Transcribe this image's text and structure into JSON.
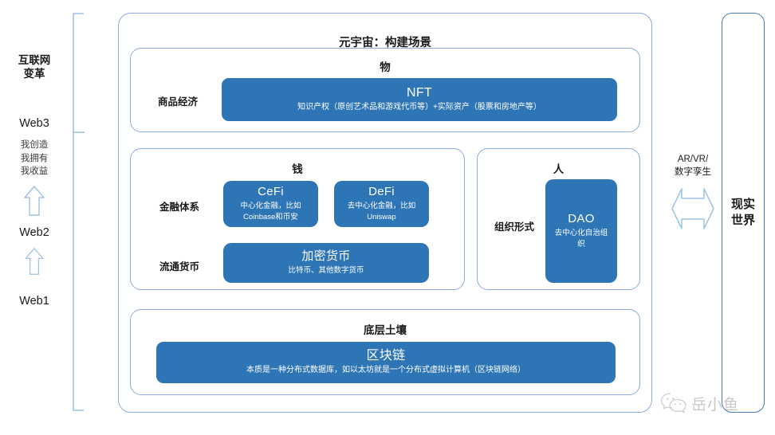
{
  "left_axis": {
    "heading": "互联网\n变革",
    "heading_line1": "互联网",
    "heading_line2": "变革",
    "web3_label": "Web3",
    "web3_tagline_line1": "我创造",
    "web3_tagline_line2": "我拥有",
    "web3_tagline_line3": "我收益",
    "web2_label": "Web2",
    "web1_label": "Web1",
    "arrow_icon": "up-arrow-icon"
  },
  "metaverse": {
    "title": "元宇宙：构建场景",
    "sections": {
      "things": {
        "title": "物",
        "row_label": "商品经济",
        "block": {
          "title": "NFT",
          "subtitle": "知识产权（原创艺术品和游戏代币等）+实际资产（股票和房地产等）"
        }
      },
      "money": {
        "title": "钱",
        "rows": [
          {
            "row_label": "金融体系",
            "blocks": [
              {
                "title": "CeFi",
                "subtitle_line1": "中心化金融，比如",
                "subtitle_line2": "Coinbase和币安"
              },
              {
                "title": "DeFi",
                "subtitle_line1": "去中心化金融，比如",
                "subtitle_line2": "Uniswap"
              }
            ]
          },
          {
            "row_label": "流通货币",
            "blocks": [
              {
                "title": "加密货币",
                "subtitle_line1": "比特币、其他数字货币",
                "subtitle_line2": ""
              }
            ]
          }
        ]
      },
      "people": {
        "title": "人",
        "row_label": "组织形式",
        "block": {
          "title": "DAO",
          "subtitle": "去中心化自治组织"
        }
      },
      "foundation": {
        "title": "底层土壤",
        "block": {
          "title": "区块链",
          "subtitle": "本质是一种分布式数据库，如以太坊就是一个分布式虚拟计算机（区块链网络）"
        }
      }
    }
  },
  "right_axis": {
    "bridge_label_line1": "AR/VR/",
    "bridge_label_line2": "数字孪生",
    "bridge_icon": "double-headed-arrow-icon",
    "real_world_line1": "现实",
    "real_world_line2": "世界"
  },
  "watermark": {
    "icon": "wechat-icon",
    "text": "岳小鱼"
  },
  "colors": {
    "block_blue": "#2E75B6",
    "panel_border": "#8FAADC",
    "bracket": "#9DC3E6",
    "real_world_border": "#4A7EBB",
    "text_dark": "#1a1a1a"
  }
}
